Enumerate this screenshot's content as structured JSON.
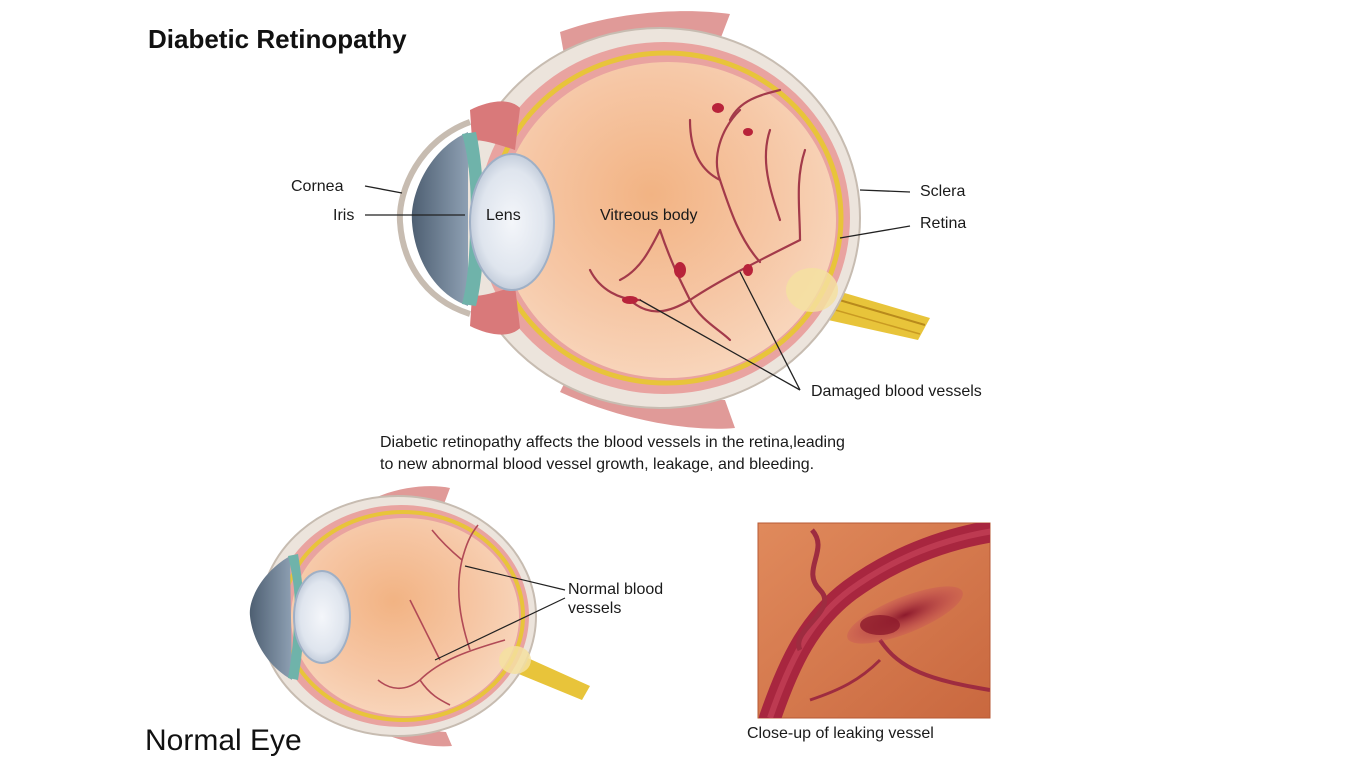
{
  "title": "Diabetic Retinopathy",
  "labels": {
    "cornea": "Cornea",
    "iris": "Iris",
    "lens": "Lens",
    "vitreous_body": "Vitreous body",
    "sclera": "Sclera",
    "retina": "Retina",
    "damaged_vessels": "Damaged blood vessels",
    "normal_vessels_line1": "Normal blood",
    "normal_vessels_line2": "vessels",
    "closeup": "Close-up of leaking vessel",
    "normal_eye": "Normal Eye"
  },
  "caption": {
    "line1": "Diabetic retinopathy affects the blood vessels in the retina,leading",
    "line2": "to new abnormal blood vessel growth, leakage, and bleeding."
  },
  "colors": {
    "sclera": "#ece4dc",
    "retina_pink": "#e9a3a0",
    "retina_yellow": "#e8c43a",
    "vitreous": "#f6c6a4",
    "vitreous_center": "#f3b689",
    "lens": "#e2e8f1",
    "cornea": "#5f7184",
    "iris": "#6fb3aa",
    "vessel": "#a33a4a",
    "nerve": "#e8c43a",
    "muscle": "#d9797a",
    "closeup_bg": "#d57a4e"
  }
}
